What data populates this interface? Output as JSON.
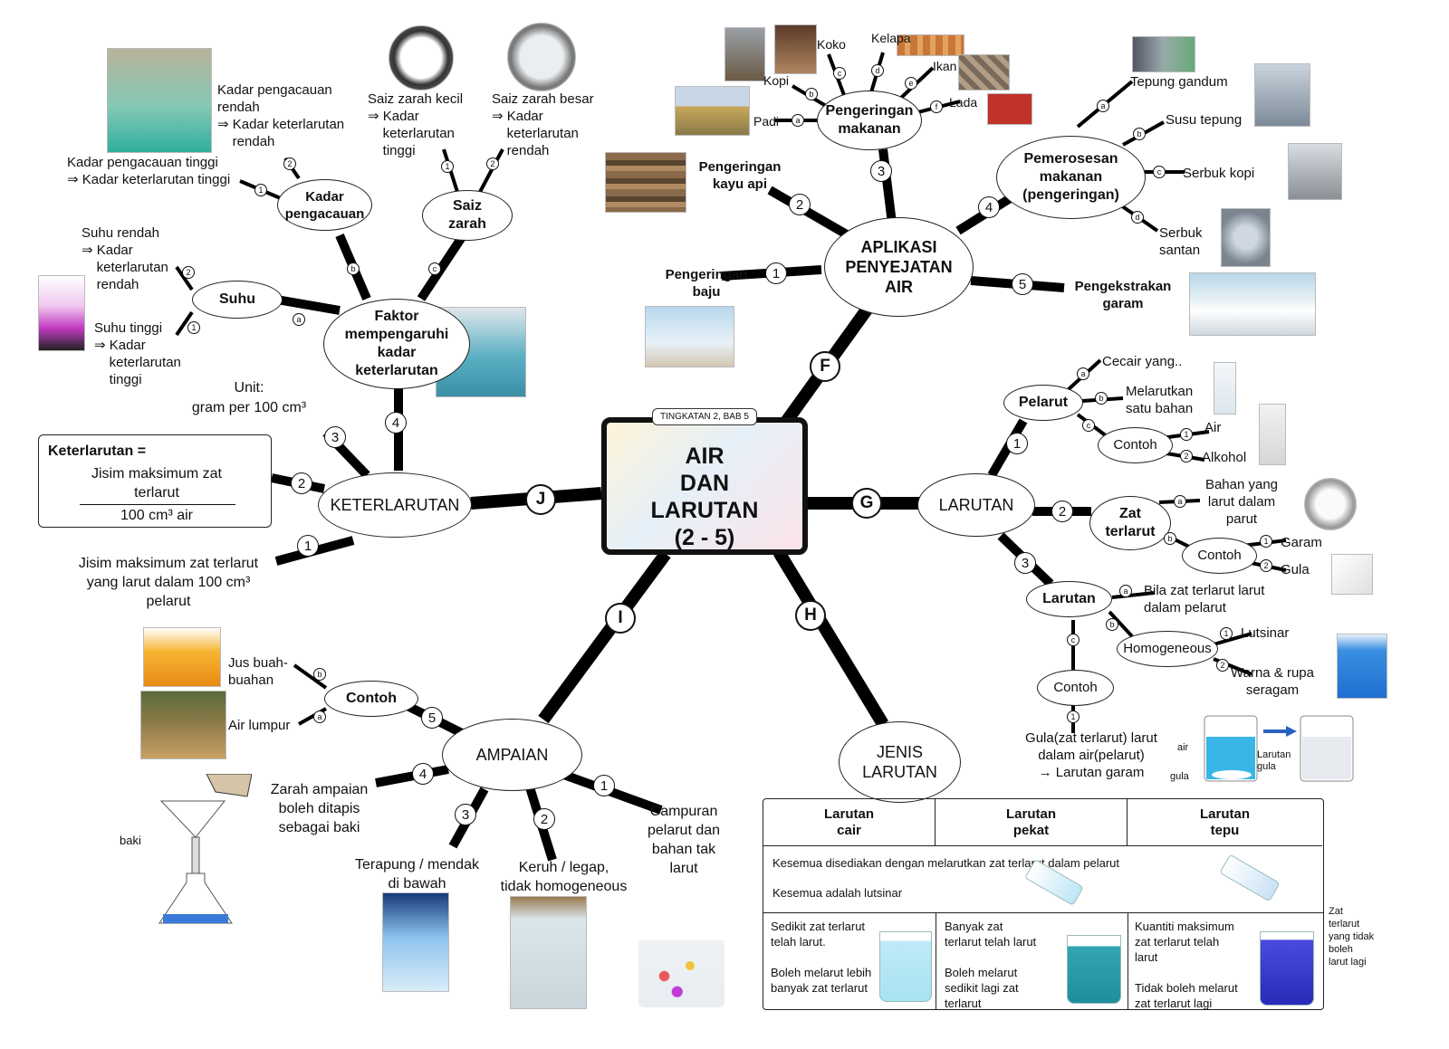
{
  "center": {
    "tag": "TINGKATAN 2, BAB 5",
    "title": "AIR\nDAN\nLARUTAN\n(2 - 5)"
  },
  "branches": {
    "F": {
      "letter": "F",
      "node": "APLIKASI\nPENYEJATAN\nAIR"
    },
    "G": {
      "letter": "G",
      "node": "LARUTAN"
    },
    "H": {
      "letter": "H",
      "node": "JENIS\nLARUTAN"
    },
    "I": {
      "letter": "I",
      "node": "AMPAIAN"
    },
    "J": {
      "letter": "J",
      "node": "KETERLARUTAN"
    }
  },
  "aplikasi": {
    "n1": "1",
    "baju": "Pengeringan\nbaju",
    "n2": "2",
    "kayu": "Pengeringan\nkayu api",
    "n3": "3",
    "makanan_node": "Pengeringan\nmakanan",
    "makanan_items": [
      {
        "m": "a",
        "label": "Padi"
      },
      {
        "m": "b",
        "label": "Kopi"
      },
      {
        "m": "c",
        "label": "Koko"
      },
      {
        "m": "d",
        "label": "Kelapa"
      },
      {
        "m": "e",
        "label": "Ikan"
      },
      {
        "m": "f",
        "label": "Lada"
      }
    ],
    "n4": "4",
    "proses_node": "Pemerosesan\nmakanan\n(pengeringan)",
    "proses_items": [
      {
        "m": "a",
        "label": "Tepung gandum"
      },
      {
        "m": "b",
        "label": "Susu tepung"
      },
      {
        "m": "c",
        "label": "Serbuk kopi"
      },
      {
        "m": "d",
        "label": "Serbuk\nsantan"
      }
    ],
    "n5": "5",
    "garam": "Pengekstrakan\ngaram"
  },
  "larutan": {
    "n1": "1",
    "pelarut_node": "Pelarut",
    "pelarut_a_m": "a",
    "pelarut_a": "Cecair yang..",
    "pelarut_b_m": "b",
    "pelarut_b": "Melarutkan\nsatu bahan",
    "pelarut_c_m": "c",
    "contoh1_node": "Contoh",
    "contoh1": [
      {
        "m": "1",
        "label": "Air"
      },
      {
        "m": "2",
        "label": "Alkohol"
      }
    ],
    "n2": "2",
    "zat_node": "Zat\nterlarut",
    "zat_a_m": "a",
    "zat_a": "Bahan yang\nlarut dalam\nparut",
    "zat_b_m": "b",
    "contoh2_node": "Contoh",
    "contoh2": [
      {
        "m": "1",
        "label": "Garam"
      },
      {
        "m": "2",
        "label": "Gula"
      }
    ],
    "n3": "3",
    "larutan_node": "Larutan",
    "lar_a_m": "a",
    "lar_a": "Bila zat terlarut larut\ndalam pelarut",
    "lar_b_m": "b",
    "homo_node": "Homogeneous",
    "homo": [
      {
        "m": "1",
        "label": "Lutsinar"
      },
      {
        "m": "2",
        "label": "Warna & rupa\nseragam"
      }
    ],
    "lar_c_m": "c",
    "contoh3_node": "Contoh",
    "contoh3_m": "1",
    "contoh3": "Gula(zat terlarut) larut\ndalam air(pelarut)\n→ Larutan garam",
    "beaker_air": "air",
    "beaker_gula": "gula",
    "beaker_larutan": "Larutan\ngula"
  },
  "jenis": {
    "headers": [
      "Larutan\ncair",
      "Larutan\npekat",
      "Larutan\ntepu"
    ],
    "row1": "Kesemua disediakan dengan melarutkan zat terlarut dalam pelarut",
    "row2": "Kesemua adalah lutsinar",
    "cair": "Sedikit zat terlarut\ntelah larut.\n\nBoleh melarut lebih\nbanyak zat terlarut",
    "pekat": "Banyak zat\nterlarut telah larut\n\nBoleh melarut\nsedikit lagi zat\nterlarut",
    "tepu": "Kuantiti maksimum\nzat terlarut telah\nlarut\n\nTidak boleh melarut\nzat terlarut lagi",
    "side_note": "Zat\nterlarut\nyang tidak\nboleh\nlarut lagi"
  },
  "ampaian": {
    "n1": "1",
    "i1": "Campuran\npelarut dan\nbahan tak\nlarut",
    "n2": "2",
    "i2": "Keruh / legap,\ntidak homogeneous",
    "n3": "3",
    "i3": "Terapung / mendak\ndi bawah",
    "n4": "4",
    "i4": "Zarah ampaian\nboleh ditapis\nsebagai baki",
    "baki": "baki",
    "n5": "5",
    "contoh_node": "Contoh",
    "contoh": [
      {
        "m": "a",
        "label": "Air lumpur"
      },
      {
        "m": "b",
        "label": "Jus buah-\nbuahan"
      }
    ]
  },
  "keterlarutan": {
    "n1": "1",
    "def": "Jisim maksimum zat terlarut\nyang larut dalam 100 cm³\npelarut",
    "n2": "2",
    "formula_title": "Keterlarutan =",
    "formula_num": "Jisim maksimum zat\nterlarut",
    "formula_den": "100 cm³ air",
    "n3": "3",
    "unit": "Unit:\ngram per 100 cm³",
    "n4": "4",
    "faktor_node": "Faktor\nmempengaruhi\nkadar\nketerlarutan",
    "suhu_m": "a",
    "suhu_node": "Suhu",
    "suhu": [
      {
        "m": "1",
        "label": "Suhu tinggi\n⇒ Kadar\n    keterlarutan\n    tinggi"
      },
      {
        "m": "2",
        "label": "Suhu rendah\n⇒ Kadar\n    keterlarutan\n    rendah"
      }
    ],
    "kadar_m": "b",
    "kadar_node": "Kadar\npengacauan",
    "kadar": [
      {
        "m": "1",
        "label": "Kadar pengacauan tinggi\n⇒ Kadar keterlarutan tinggi"
      },
      {
        "m": "2",
        "label": "Kadar pengacauan\nrendah\n⇒ Kadar keterlarutan\n    rendah"
      }
    ],
    "saiz_m": "c",
    "saiz_node": "Saiz\nzarah",
    "saiz": [
      {
        "m": "1",
        "label": "Saiz zarah kecil\n⇒ Kadar\n    keterlarutan\n    tinggi"
      },
      {
        "m": "2",
        "label": "Saiz zarah besar\n⇒ Kadar\n    keterlarutan\n    rendah"
      }
    ]
  },
  "colors": {
    "line": "#000000",
    "water_light": "#7fd4ec",
    "water_mid": "#2fa3c9",
    "water_dark": "#3a3ad0"
  }
}
